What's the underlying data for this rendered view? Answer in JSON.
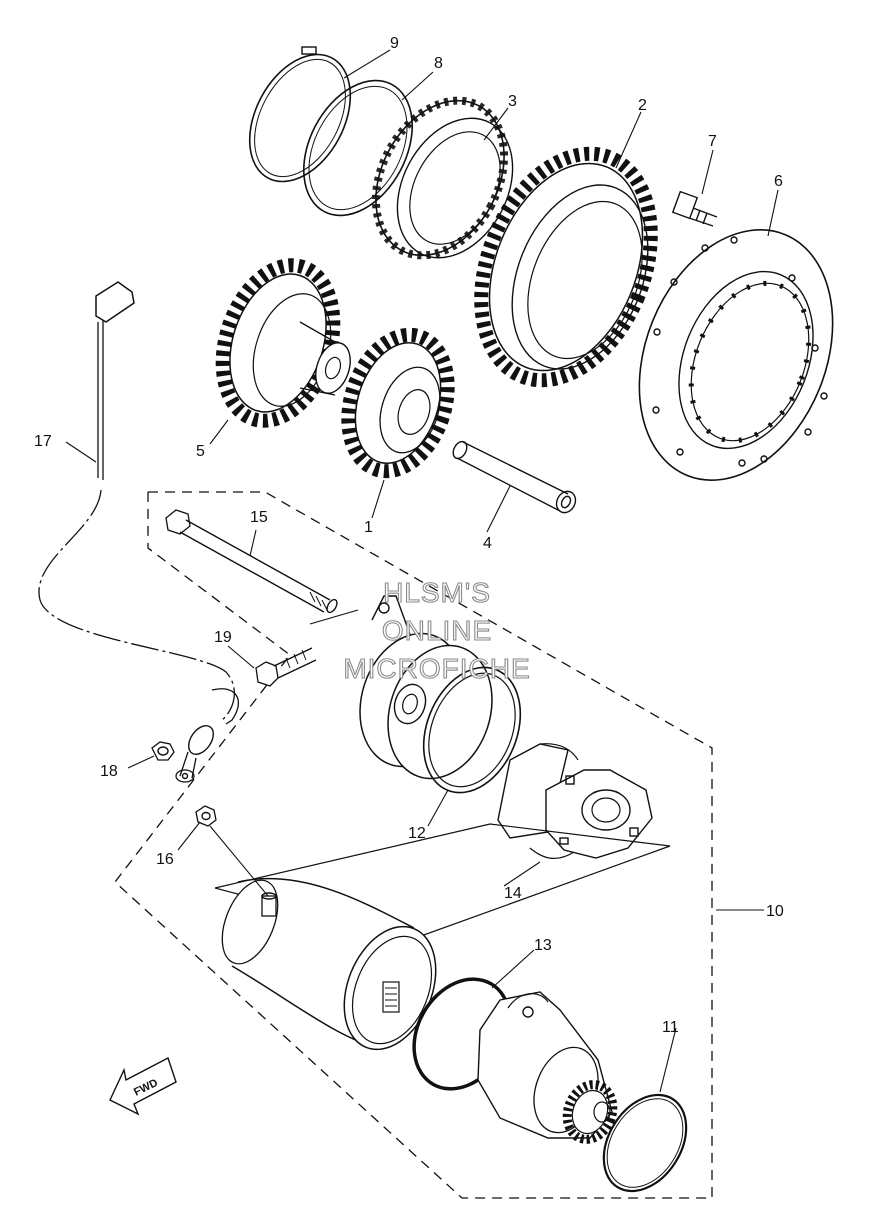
{
  "watermark": [
    "HLSM'S",
    "ONLINE",
    "MICROFICHE"
  ],
  "fwd_label": "FWD",
  "callouts": {
    "c1": "1",
    "c2": "2",
    "c3": "3",
    "c4": "4",
    "c5": "5",
    "c6": "6",
    "c7": "7",
    "c8": "8",
    "c9": "9",
    "c10": "10",
    "c11": "11",
    "c12": "12",
    "c13": "13",
    "c14": "14",
    "c15": "15",
    "c16": "16",
    "c17": "17",
    "c18": "18",
    "c19": "19"
  },
  "colors": {
    "line": "#111111",
    "watermark_outline": "#8a8a8a"
  }
}
